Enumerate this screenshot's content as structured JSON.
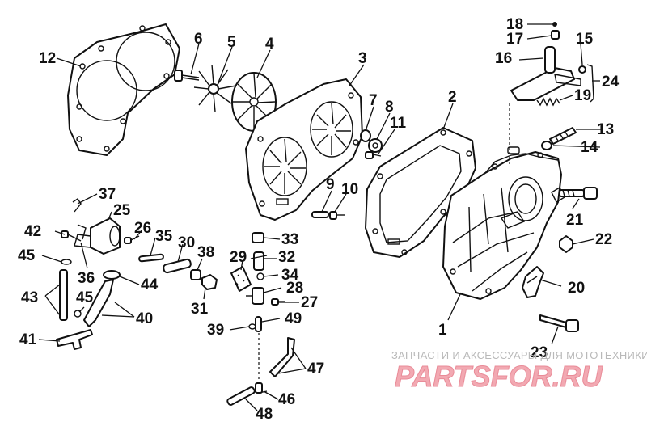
{
  "labels": {
    "l1": "1",
    "l2": "2",
    "l3": "3",
    "l4": "4",
    "l5": "5",
    "l6": "6",
    "l7": "7",
    "l8": "8",
    "l9": "9",
    "l10": "10",
    "l11": "11",
    "l12": "12",
    "l13": "13",
    "l14": "14",
    "l15": "15",
    "l16": "16",
    "l17": "17",
    "l18": "18",
    "l19": "19",
    "l20": "20",
    "l21": "21",
    "l22": "22",
    "l23": "23",
    "l24": "24",
    "l25": "25",
    "l26": "26",
    "l27": "27",
    "l28": "28",
    "l29": "29",
    "l30": "30",
    "l31": "31",
    "l32": "32",
    "l33": "33",
    "l34": "34",
    "l35": "35",
    "l36": "36",
    "l37": "37",
    "l38": "38",
    "l39": "39",
    "l40": "40",
    "l41": "41",
    "l42": "42",
    "l43": "43",
    "l44": "44",
    "l45a": "45",
    "l45b": "45",
    "l46": "46",
    "l47": "47",
    "l48": "48",
    "l49": "49"
  },
  "watermark": {
    "tagline": "ЗАПЧАСТИ И АКСЕССУАРЫ ДЛЯ МОТОТЕХНИКИ",
    "logo": "PARTSFOR.RU"
  },
  "colors": {
    "line": "#111111",
    "watermark_text": "#b9b9b9",
    "watermark_logo": "#f2a9b2"
  }
}
